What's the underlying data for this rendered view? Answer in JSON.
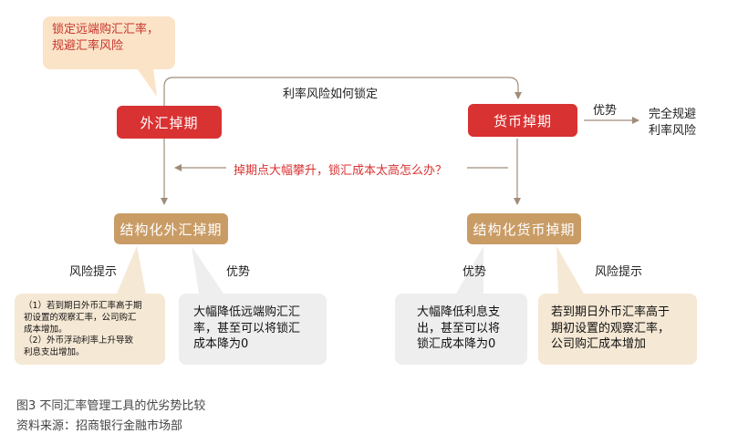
{
  "callout": {
    "line1": "锁定远端购汇汇率，",
    "line2": "规避汇率风险"
  },
  "top_link_label": "利率风险如何锁定",
  "left_node": "外汇掉期",
  "right_node": "货币掉期",
  "right_advantage_label": "优势",
  "right_outcome": {
    "line1": "完全规避",
    "line2": "利率风险"
  },
  "question": "掉期点大幅攀升，锁汇成本太高怎么办？",
  "left_struct": "结构化外汇掉期",
  "right_struct": "结构化货币掉期",
  "left_risk_label": "风险提示",
  "left_adv_label": "优势",
  "right_adv_label": "优势",
  "right_risk_label": "风险提示",
  "left_risk_note": {
    "line1": "（1）若到期日外币汇率高于期",
    "line2": "初设置的观察汇率，公司购汇",
    "line3": "成本增加。",
    "line4": "（2）外币浮动利率上升导致",
    "line5": "利息支出增加。"
  },
  "left_adv_note": {
    "line1": "大幅降低远端购汇汇",
    "line2": "率，甚至可以将锁汇",
    "line3": "成本降为0"
  },
  "right_adv_note": {
    "line1": "大幅降低利息支",
    "line2": "出，甚至可以将",
    "line3": "锁汇成本降为0"
  },
  "right_risk_note": {
    "line1": "若到期日外币汇率高于",
    "line2": "期初设置的观察汇率，",
    "line3": "公司购汇成本增加"
  },
  "figure_caption": "图3  不同汇率管理工具的优劣势比较",
  "source_caption": "资料来源：招商银行金融市场部",
  "colors": {
    "red": "#d93232",
    "tan": "#c99c66",
    "tan_light": "#f5e8d4",
    "grey_light": "#eeeeee",
    "callout_bg": "#fbe3c7",
    "line": "#a08c7a"
  }
}
